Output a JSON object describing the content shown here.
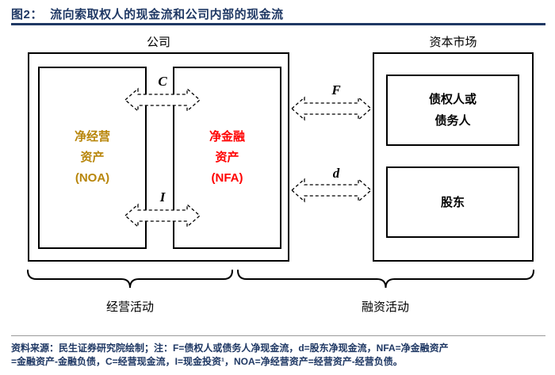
{
  "title": "图2：  流向索取权人的现金流和公司内部的现金流",
  "diagram": {
    "company_label": "公司",
    "capital_market_label": "资本市场",
    "noa_box": {
      "lines": [
        "净经营",
        "资产",
        "(NOA)"
      ]
    },
    "nfa_box": {
      "lines": [
        "净金融",
        "资产",
        "(NFA)"
      ]
    },
    "creditors_box": {
      "lines": [
        "债权人或",
        "债务人"
      ]
    },
    "shareholders_box": {
      "label": "股东"
    },
    "arrow_labels": {
      "c": "C",
      "i": "I",
      "f": "F",
      "d": "d"
    },
    "brace_labels": {
      "operating": "经营活动",
      "financing": "融资活动"
    }
  },
  "footer": {
    "line1": "资料来源：民生证券研究院绘制；注：F=债权人或债务人净现金流，d=股东净现金流，NFA=净金融资产",
    "line2": "=金融资产-金融负债，C=经营现金流，I=现金投资¹，NOA=净经营资产=经营资产-经营负债。"
  },
  "colors": {
    "noa_text": "#b8860b",
    "nfa_text": "#ff0000",
    "heading_text": "#1f3864",
    "footer_text": "#1f3864"
  }
}
